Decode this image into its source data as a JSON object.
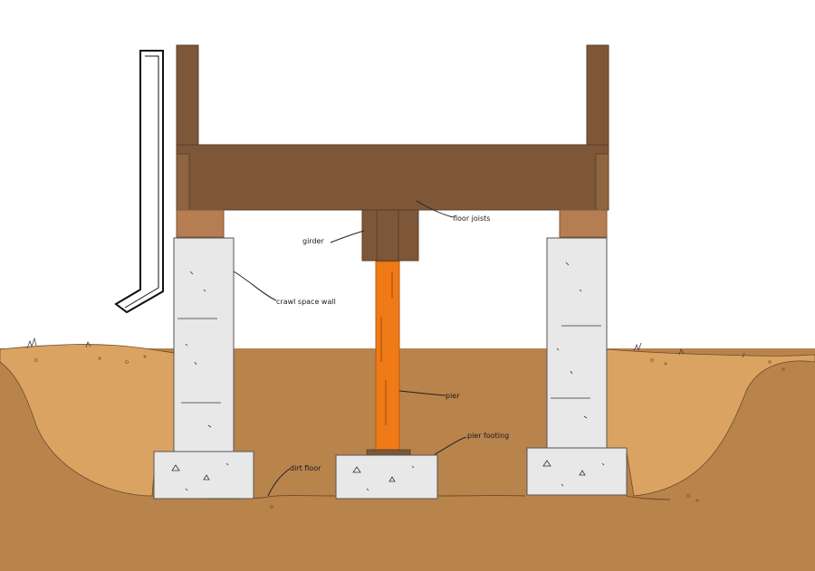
{
  "labels": {
    "floor_joists": "floor joists",
    "girder": "girder",
    "crawl_space_wall": "crawl space wall",
    "pier": "pier",
    "pier_footing": "pier footing",
    "dirt_floor": "dirt floor"
  },
  "colors": {
    "soil_dark": "#b9834c",
    "soil_light": "#dba362",
    "wood_dark": "#7d5738",
    "wood_light": "#b67c52",
    "concrete": "#e8e8e8",
    "pier": "#ef7a17"
  },
  "icons": {
    "downspout": "downspout-pipe"
  }
}
